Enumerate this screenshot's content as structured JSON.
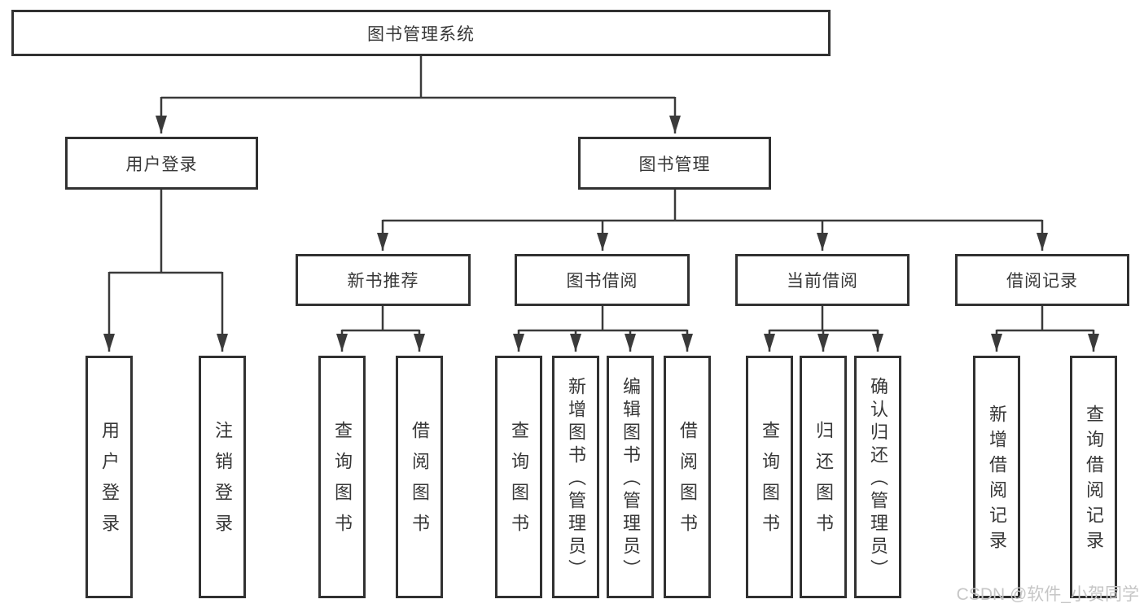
{
  "diagram": {
    "title": "图书管理系统",
    "tree": {
      "label": "图书管理系统",
      "children": [
        {
          "label": "用户登录",
          "children": [
            {
              "label": "用户登录"
            },
            {
              "label": "注销登录"
            }
          ]
        },
        {
          "label": "图书管理",
          "children": [
            {
              "label": "新书推荐",
              "children": [
                {
                  "label": "查询图书"
                },
                {
                  "label": "借阅图书"
                }
              ]
            },
            {
              "label": "图书借阅",
              "children": [
                {
                  "label": "查询图书"
                },
                {
                  "label": "新增图书（管理员）"
                },
                {
                  "label": "编辑图书（管理员）"
                },
                {
                  "label": "借阅图书"
                }
              ]
            },
            {
              "label": "当前借阅",
              "children": [
                {
                  "label": "查询图书"
                },
                {
                  "label": "归还图书"
                },
                {
                  "label": "确认归还（管理员）"
                }
              ]
            },
            {
              "label": "借阅记录",
              "children": [
                {
                  "label": "新增借阅记录"
                },
                {
                  "label": "查询借阅记录"
                }
              ]
            }
          ]
        }
      ]
    },
    "colors": {
      "line": "#3a3a3a",
      "box_border": "#313131",
      "text": "#373737",
      "background": "#ffffff",
      "watermark": "#c6c6c6"
    }
  },
  "watermark": {
    "text": "CSDN @软件_小贺同学"
  }
}
